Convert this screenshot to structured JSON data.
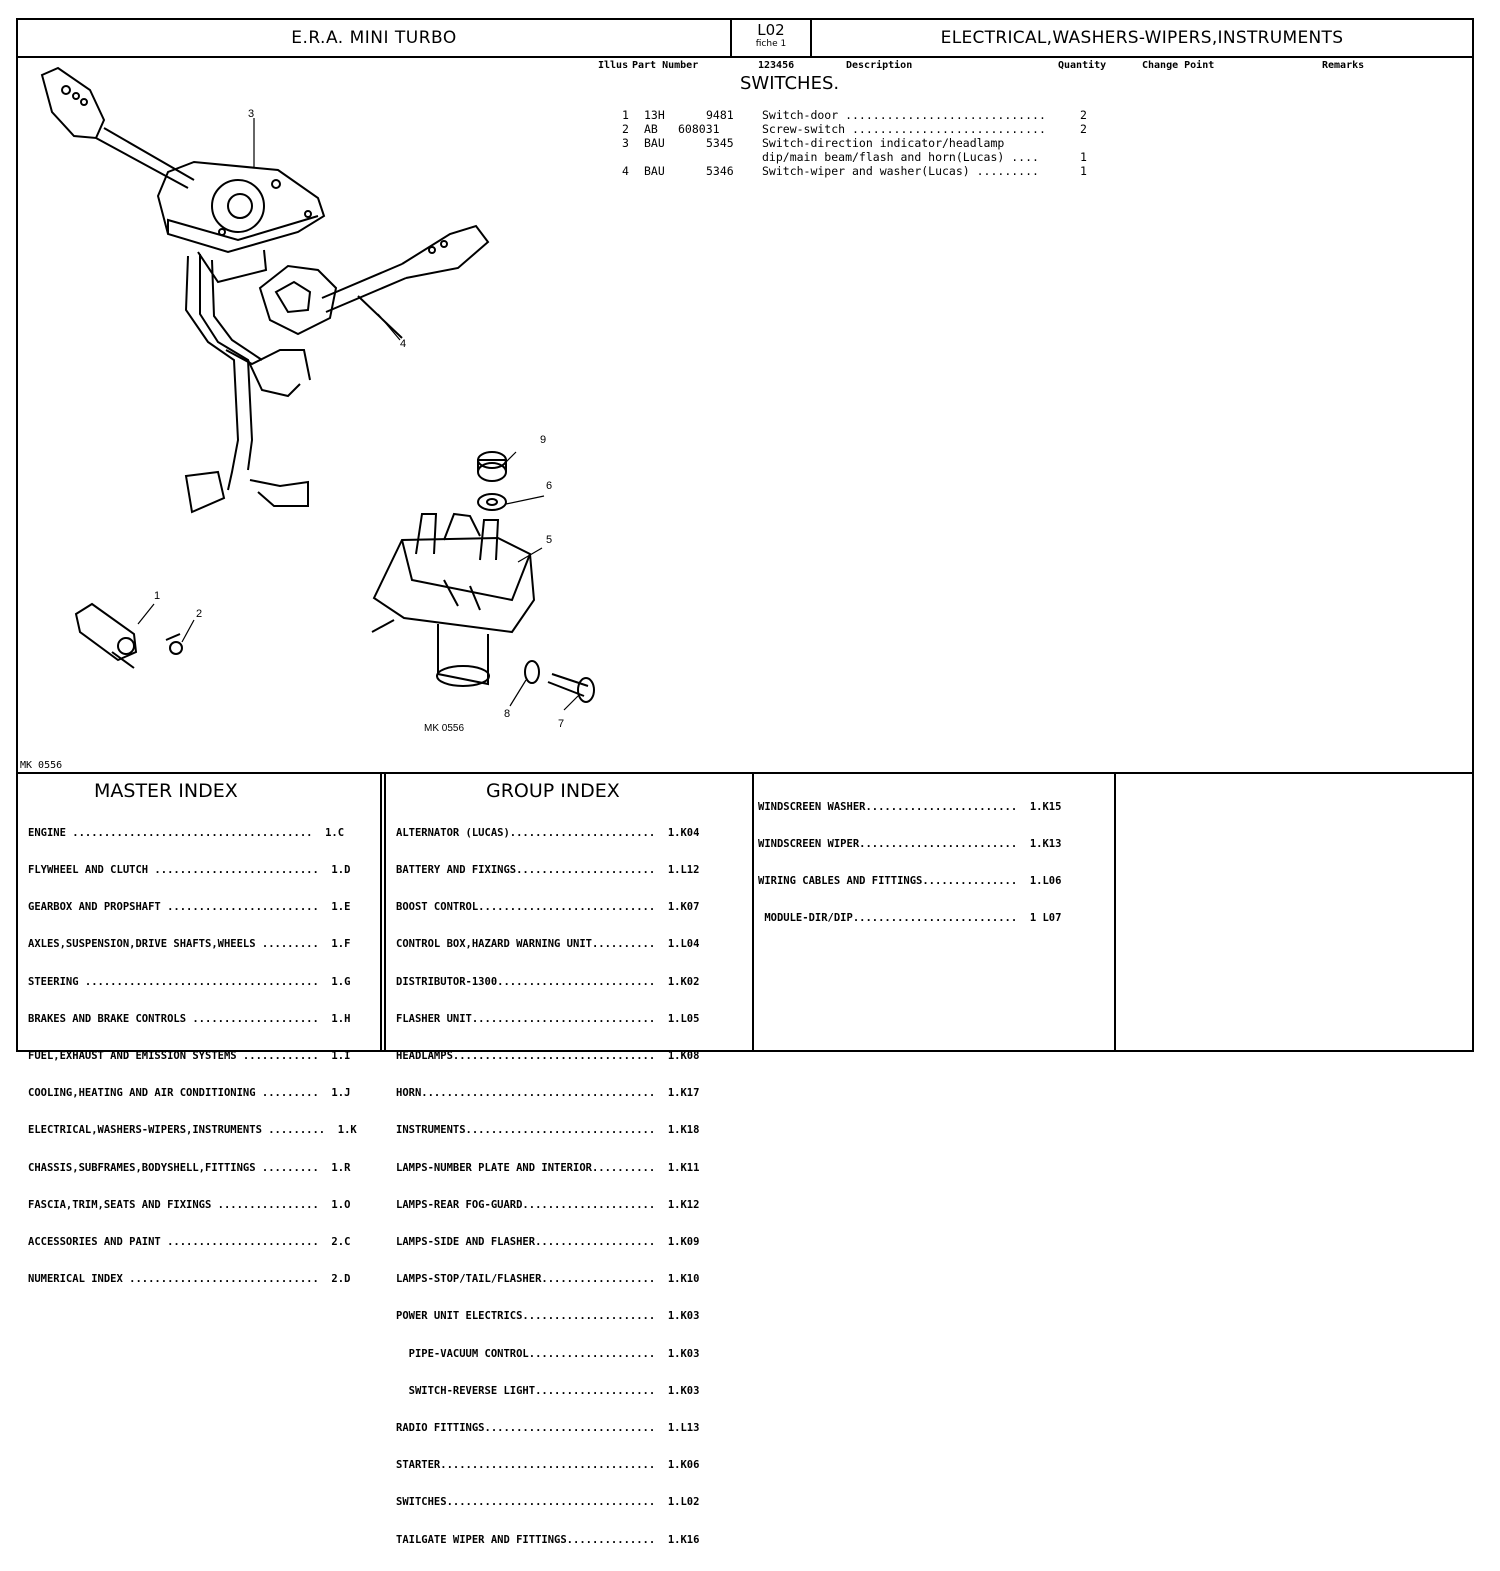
{
  "header": {
    "vehicle": "E.R.A. MINI TURBO",
    "page_code": "L02",
    "fiche": "fiche  1",
    "group_title": "ELECTRICAL,WASHERS-WIPERS,INSTRUMENTS"
  },
  "columns": {
    "illus": "Illus",
    "part_number": "Part Number",
    "ref": "123456",
    "description": "Description",
    "quantity": "Quantity",
    "change_point": "Change Point",
    "remarks": "Remarks"
  },
  "section_title": "SWITCHES.",
  "parts": [
    {
      "illus": "1",
      "prefix": "13H",
      "number": "9481",
      "description": "Switch-door .............................",
      "qty": "2"
    },
    {
      "illus": "2",
      "prefix": "AB",
      "number": "608031",
      "description": "Screw-switch ............................",
      "qty": "2"
    },
    {
      "illus": "3",
      "prefix": "BAU",
      "number": "5345",
      "description": "Switch-direction indicator/headlamp",
      "qty": ""
    },
    {
      "illus": "",
      "prefix": "",
      "number": "",
      "description": "dip/main beam/flash and horn(Lucas) ....",
      "qty": "1"
    },
    {
      "illus": "4",
      "prefix": "BAU",
      "number": "5346",
      "description": "Switch-wiper and washer(Lucas) .........",
      "qty": "1"
    }
  ],
  "diagram": {
    "callouts": [
      "1",
      "2",
      "3",
      "4",
      "5",
      "6",
      "7",
      "8",
      "9"
    ],
    "figure_ref": "MK 0556",
    "figure_ref_margin": "MK 0556"
  },
  "master_index": {
    "title": "MASTER INDEX",
    "items": [
      "ENGINE ......................................  1.C",
      "FLYWHEEL AND CLUTCH ..........................  1.D",
      "GEARBOX AND PROPSHAFT ........................  1.E",
      "AXLES,SUSPENSION,DRIVE SHAFTS,WHEELS .........  1.F",
      "STEERING .....................................  1.G",
      "BRAKES AND BRAKE CONTROLS ....................  1.H",
      "FUEL,EXHAUST AND EMISSION SYSTEMS ............  1.I",
      "COOLING,HEATING AND AIR CONDITIONING .........  1.J",
      "ELECTRICAL,WASHERS-WIPERS,INSTRUMENTS .........  1.K",
      "CHASSIS,SUBFRAMES,BODYSHELL,FITTINGS .........  1.R",
      "FASCIA,TRIM,SEATS AND FIXINGS ................  1.O",
      "ACCESSORIES AND PAINT ........................  2.C",
      "NUMERICAL INDEX ..............................  2.D"
    ]
  },
  "group_index": {
    "title": "GROUP INDEX",
    "items": [
      "ALTERNATOR (LUCAS).......................  1.K04",
      "BATTERY AND FIXINGS......................  1.L12",
      "BOOST CONTROL............................  1.K07",
      "CONTROL BOX,HAZARD WARNING UNIT..........  1.L04",
      "DISTRIBUTOR-1300.........................  1.K02",
      "FLASHER UNIT.............................  1.L05",
      "HEADLAMPS................................  1.K08",
      "HORN.....................................  1.K17",
      "INSTRUMENTS..............................  1.K18",
      "LAMPS-NUMBER PLATE AND INTERIOR..........  1.K11",
      "LAMPS-REAR FOG-GUARD.....................  1.K12",
      "LAMPS-SIDE AND FLASHER...................  1.K09",
      "LAMPS-STOP/TAIL/FLASHER..................  1.K10",
      "POWER UNIT ELECTRICS.....................  1.K03",
      "  PIPE-VACUUM CONTROL....................  1.K03",
      "  SWITCH-REVERSE LIGHT...................  1.K03",
      "RADIO FITTINGS...........................  1.L13",
      "STARTER..................................  1.K06",
      "SWITCHES.................................  1.L02",
      "TAILGATE WIPER AND FITTINGS..............  1.K16"
    ]
  },
  "group_index_cont": {
    "items": [
      "WINDSCREEN WASHER........................  1.K15",
      "WINDSCREEN WIPER.........................  1.K13",
      "WIRING CABLES AND FITTINGS...............  1.L06",
      " MODULE-DIR/DIP..........................  1 L07"
    ]
  }
}
